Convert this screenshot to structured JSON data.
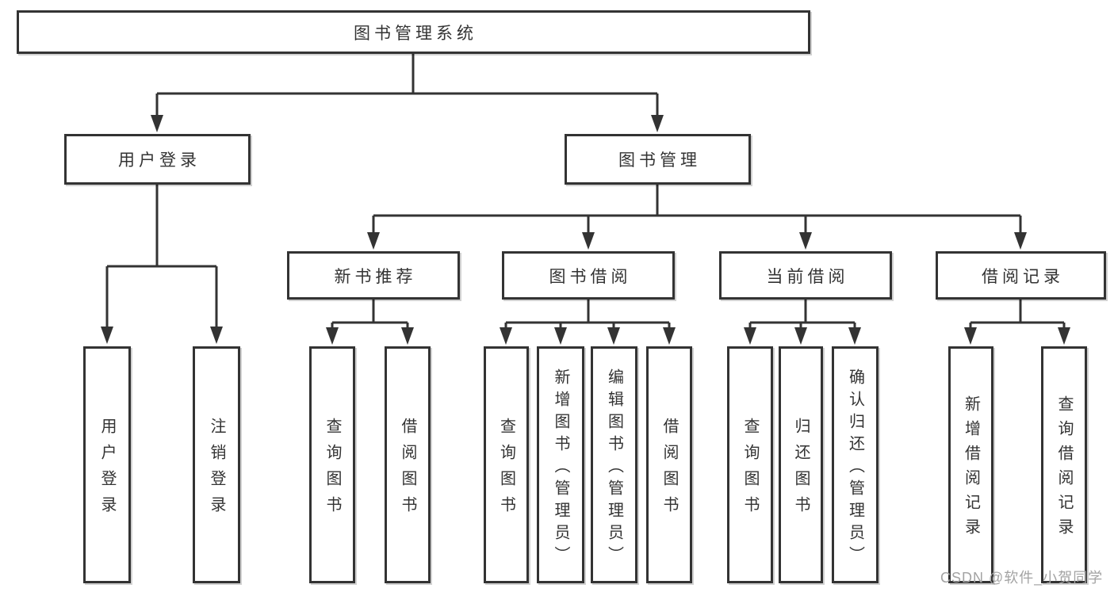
{
  "diagram": {
    "root": {
      "label": "图书管理系统"
    },
    "level2": [
      {
        "label": "用户登录",
        "parent": "图书管理系统"
      },
      {
        "label": "图书管理",
        "parent": "图书管理系统"
      }
    ],
    "level3": [
      {
        "label": "新书推荐",
        "parent": "图书管理"
      },
      {
        "label": "图书借阅",
        "parent": "图书管理"
      },
      {
        "label": "当前借阅",
        "parent": "图书管理"
      },
      {
        "label": "借阅记录",
        "parent": "图书管理"
      }
    ],
    "level4": [
      {
        "label": "用户登录",
        "parent": "用户登录"
      },
      {
        "label": "注销登录",
        "parent": "用户登录"
      },
      {
        "label": "查询图书",
        "parent": "新书推荐"
      },
      {
        "label": "借阅图书",
        "parent": "新书推荐"
      },
      {
        "label": "查询图书",
        "parent": "图书借阅"
      },
      {
        "label": "新增图书（管理员）",
        "parent": "图书借阅"
      },
      {
        "label": "编辑图书（管理员）",
        "parent": "图书借阅"
      },
      {
        "label": "借阅图书",
        "parent": "图书借阅"
      },
      {
        "label": "查询图书",
        "parent": "当前借阅"
      },
      {
        "label": "归还图书",
        "parent": "当前借阅"
      },
      {
        "label": "确认归还（管理员）",
        "parent": "当前借阅"
      },
      {
        "label": "新增借阅记录",
        "parent": "借阅记录"
      },
      {
        "label": "查询借阅记录",
        "parent": "借阅记录"
      }
    ]
  },
  "watermark": {
    "text": "CSDN @软件_小贺同学"
  },
  "colors": {
    "line": "#333333",
    "box_border": "#333333",
    "box_background": "#ffffff",
    "text": "#333333",
    "watermark": "#a3a3a3",
    "page_background": "#ffffff"
  }
}
